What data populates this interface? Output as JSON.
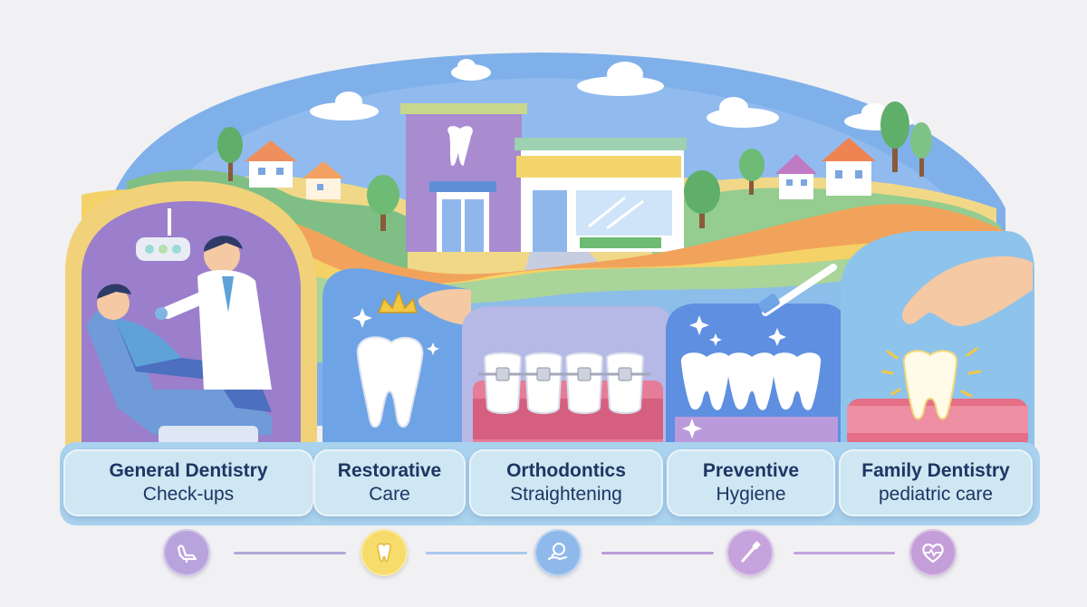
{
  "cards": [
    {
      "title": "General Dentistry",
      "subtitle": "Check-ups"
    },
    {
      "title": "Restorative",
      "subtitle": "Care"
    },
    {
      "title": "Orthodontics",
      "subtitle": "Straightening"
    },
    {
      "title": "Preventive",
      "subtitle": "Hygiene"
    },
    {
      "title": "Family Dentistry",
      "subtitle": "pediatric care"
    }
  ],
  "bottom_icons": [
    {
      "icon": "dental-chair-icon",
      "color": "#b9a3dd"
    },
    {
      "icon": "tooth-icon",
      "color": "#f6dc6a"
    },
    {
      "icon": "dental-care-icon",
      "color": "#8fb9ea"
    },
    {
      "icon": "toothbrush-icon",
      "color": "#c6a3dc"
    },
    {
      "icon": "heart-pulse-icon",
      "color": "#c49ed8"
    }
  ],
  "colors": {
    "purple": "#9d7fca",
    "blue": "#6ea4e6",
    "yellow": "#f4cf5c",
    "pink": "#e28aa0",
    "green": "#8fc48a",
    "navy_text": "#1f3563"
  }
}
